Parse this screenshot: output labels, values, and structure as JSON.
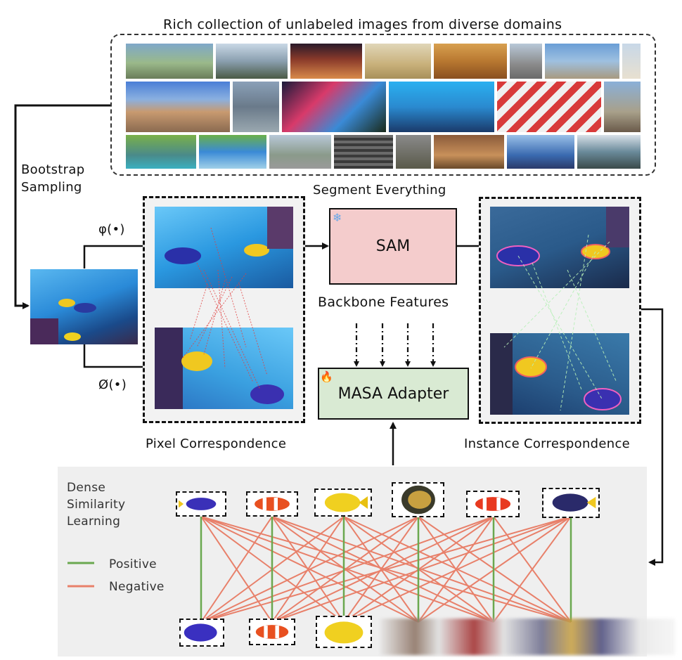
{
  "title": "Rich collection of unlabeled images from diverse domains",
  "labels": {
    "bootstrap_line1": "Bootstrap",
    "bootstrap_line2": "Sampling",
    "phi": "φ(•)",
    "varnothing": "Ø(•)",
    "segment_everything": "Segment Everything",
    "sam": "SAM",
    "backbone_features": "Backbone Features",
    "masa_adapter": "MASA Adapter",
    "pixel_correspondence": "Pixel Correspondence",
    "instance_correspondence": "Instance Correspondence",
    "dense_line1": "Dense",
    "dense_line2": "Similarity",
    "dense_line3": "Learning",
    "legend_positive": "Positive",
    "legend_negative": "Negative"
  },
  "colors": {
    "positive": "#6aa84f",
    "negative": "#e8806a",
    "sam_fill": "#f4cccc",
    "masa_fill": "#d9ead3",
    "panel_bg": "#efefef"
  },
  "icons": {
    "sam": "snowflake-icon",
    "masa": "flame-icon"
  }
}
